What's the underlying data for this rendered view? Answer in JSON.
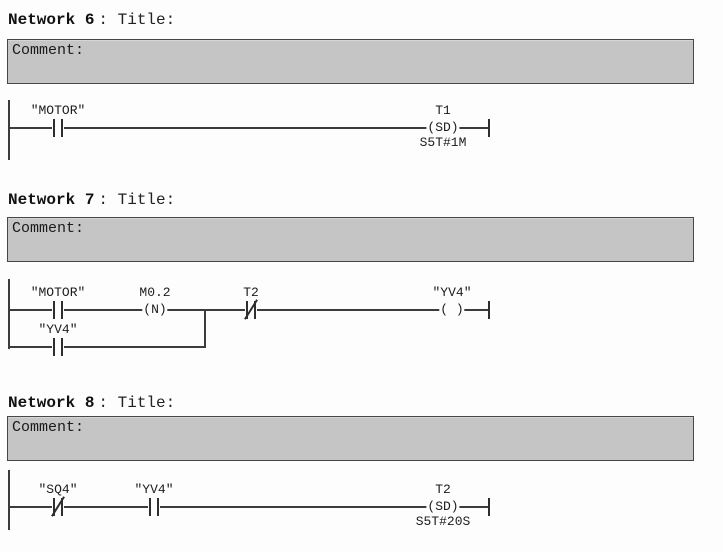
{
  "colors": {
    "comment_background": "#c5c5c5",
    "comment_border": "#474747",
    "wire": "#3c3c3c",
    "text": "#1c1c1c",
    "page_background": "#fdfdfd"
  },
  "networks": [
    {
      "name": "Network 6",
      "title": ": Title:",
      "comment": "Comment:",
      "rung": {
        "contact1": {
          "label": "\"MOTOR\"",
          "type": "normally-open"
        },
        "coil": {
          "label": "T1",
          "symbol": "(SD)",
          "param": "S5T#1M"
        }
      }
    },
    {
      "name": "Network 7",
      "title": ": Title:",
      "comment": "Comment:",
      "rung": {
        "contact1": {
          "label": "\"MOTOR\"",
          "type": "normally-open"
        },
        "edge": {
          "label": "M0.2",
          "symbol": "(N)"
        },
        "contact2": {
          "label": "T2",
          "type": "normally-closed"
        },
        "coil": {
          "label": "\"YV4\"",
          "symbol": "( )"
        },
        "branch_contact": {
          "label": "\"YV4\"",
          "type": "normally-open"
        }
      }
    },
    {
      "name": "Network 8",
      "title": ": Title:",
      "comment": "Comment:",
      "rung": {
        "contact1": {
          "label": "\"SQ4\"",
          "type": "normally-closed"
        },
        "contact2": {
          "label": "\"YV4\"",
          "type": "normally-open"
        },
        "coil": {
          "label": "T2",
          "symbol": "(SD)",
          "param": "S5T#20S"
        }
      }
    }
  ]
}
